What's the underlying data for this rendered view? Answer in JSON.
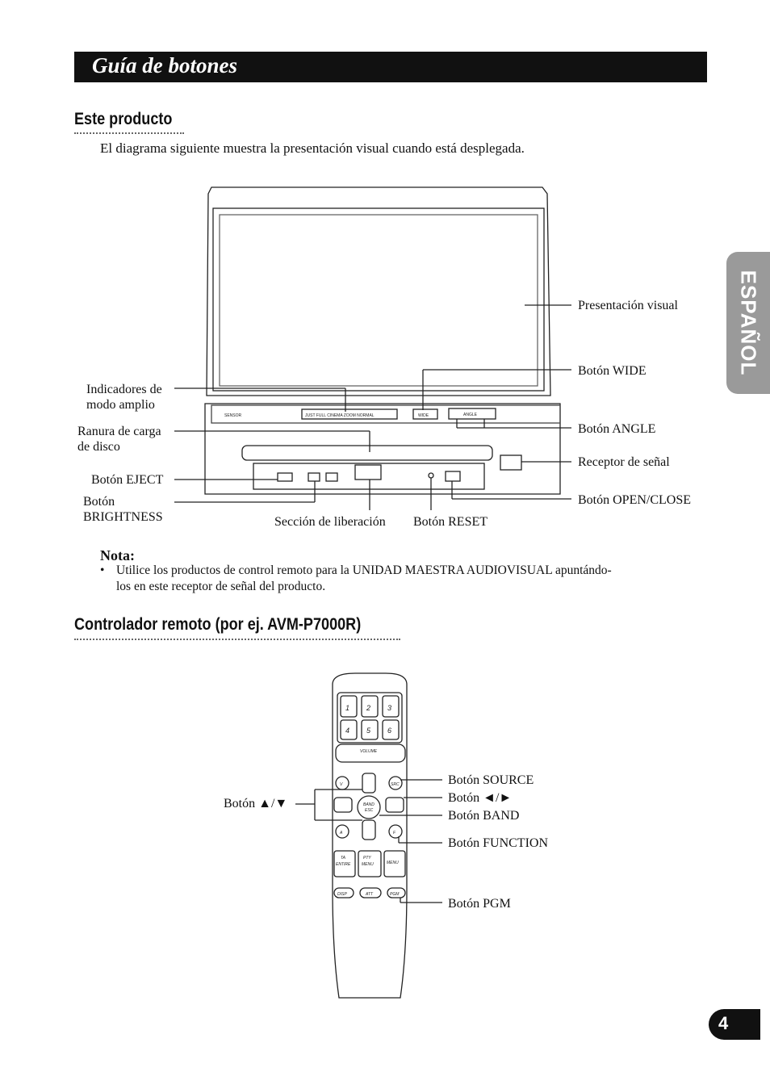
{
  "header": {
    "title": "Guía de botones"
  },
  "side_tab": {
    "label": "ESPAÑOL"
  },
  "page_number": "4",
  "section1": {
    "heading": "Este producto",
    "intro": "El diagrama siguiente muestra la presentación visual cuando está desplegada."
  },
  "product_diagram": {
    "labels": {
      "indicadores": [
        "Indicadores de",
        "modo amplio"
      ],
      "ranura": [
        "Ranura de carga",
        "de disco"
      ],
      "eject": "Botón EJECT",
      "brightness": [
        "Botón",
        "BRIGHTNESS"
      ],
      "presentacion": "Presentación visual",
      "wide": "Botón WIDE",
      "angle": "Botón ANGLE",
      "receptor": "Receptor de señal",
      "open_close": "Botón OPEN/CLOSE",
      "seccion": "Sección de liberación",
      "reset": "Botón RESET"
    },
    "panel_text": {
      "sensor": "SENSOR",
      "modes": "JUST  FULL  CINEMA  ZOOM  NORMAL",
      "wide_btn": "WIDE",
      "angle_btn": "ANGLE"
    }
  },
  "note": {
    "title": "Nota:",
    "text": "Utilice los productos de control remoto para la UNIDAD MAESTRA AUDIOVISUAL apuntándo-los en este receptor de señal del producto.",
    "line1": "Utilice los productos de control remoto para la UNIDAD MAESTRA AUDIOVISUAL apuntándo-",
    "line2": "los en este receptor de señal del producto."
  },
  "section2": {
    "heading": "Controlador remoto (por ej. AVM-P7000R)"
  },
  "remote_diagram": {
    "labels": {
      "updown": "Botón ▲/▼",
      "source": "Botón SOURCE",
      "leftright": "Botón ◄/►",
      "band": "Botón BAND",
      "function": "Botón FUNCTION",
      "pgm": "Botón PGM"
    },
    "keys": {
      "k1": "1",
      "k2": "2",
      "k3": "3",
      "k4": "4",
      "k5": "5",
      "k6": "6",
      "volume": "VOLUME",
      "v": "V",
      "src": "SRC",
      "a": "A",
      "f": "F",
      "band": "BAND",
      "esc": "ESC",
      "ta": "TA",
      "entire": "ENTIRE",
      "pty": "PTY",
      "menu_small": "MENU",
      "menu": "MENU",
      "disp": "DISP",
      "att": "ATT",
      "pgm": "PGM"
    }
  }
}
